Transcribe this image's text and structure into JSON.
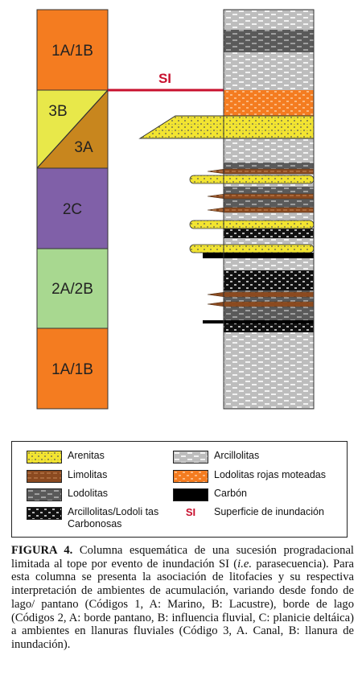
{
  "diagram": {
    "code_column": [
      {
        "label": "1A/1B",
        "color": "#f47c20"
      },
      {
        "label_top": "3B",
        "label_bottom": "3A",
        "color_top": "#e8e84a",
        "color_bottom": "#c8861e"
      },
      {
        "label": "2C",
        "color": "#8060a8"
      },
      {
        "label": "2A/2B",
        "color": "#a8d890"
      },
      {
        "label": "1A/1B",
        "color": "#f47c20"
      }
    ],
    "surface_label": "SI",
    "surface_color": "#c8102e"
  },
  "legend": {
    "items": [
      {
        "label": "Arenitas",
        "icon": "sandstone-swatch"
      },
      {
        "label": "Limolitas",
        "icon": "siltstone-swatch"
      },
      {
        "label": "Lodolitas",
        "icon": "mudstone-swatch"
      },
      {
        "label": "Arcillolitas/Lodoli tas Carbonosas",
        "icon": "carbonaceous-swatch"
      },
      {
        "label": "Arcillolitas",
        "icon": "claystone-swatch"
      },
      {
        "label": "Lodolitas rojas moteadas",
        "icon": "mottled-red-mudstone-swatch"
      },
      {
        "label": "Carbón",
        "icon": "coal-swatch"
      },
      {
        "label": "Superficie de inundación",
        "symbol": "SI"
      }
    ]
  },
  "caption": {
    "label": "FIGURA 4.",
    "text_1": " Columna esquemática de una sucesión progradacional limitada al tope por evento de inundación SI (",
    "italic": "i.e.",
    "text_2": " parasecuencia).  Para esta columna se presenta la asociación de litofacies y su respectiva interpretación de ambientes de acumulación, variando desde fondo de lago/ pantano (Códigos 1, A: Marino, B: Lacustre), borde de lago (Códigos 2, A: borde pantano, B: influencia fluvial, C: planicie deltáica) a ambientes en llanuras fluviales (Código 3, A. Canal, B: llanura de inundación)."
  }
}
